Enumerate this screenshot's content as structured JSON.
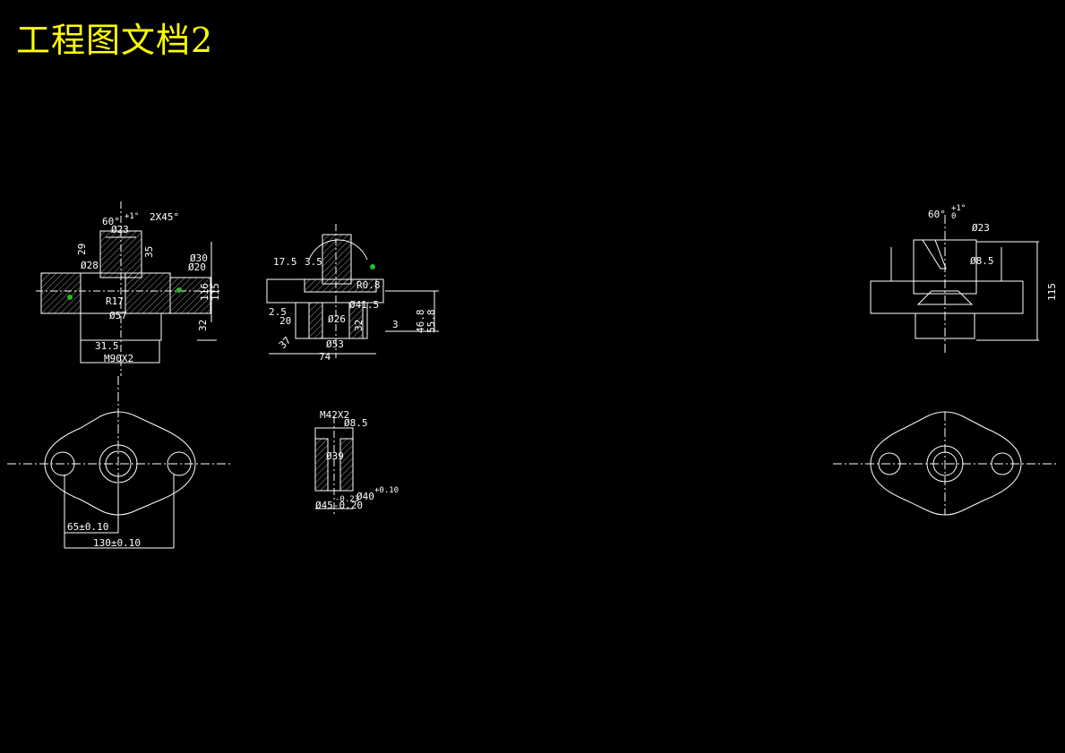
{
  "title": "工程图文档2",
  "colors": {
    "background": "#000000",
    "title": "#ffff00",
    "lines": "#ffffff",
    "roughness_mark": "#22c022"
  },
  "view_a": {
    "chamfer": "2X45°",
    "angle": "60°",
    "angle_tol": "+1°",
    "dia_top": "Ø23",
    "dim_29": "29",
    "dim_35": "35",
    "dia_left": "Ø28",
    "dia_r1": "Ø30",
    "dia_r2": "Ø20",
    "dim_116": "116",
    "dim_115": "115",
    "dim_31_5": "31.5",
    "thread": "M90X2",
    "dim_32": "32",
    "dia_r17": "R17",
    "dia_57": "Ø57"
  },
  "view_b": {
    "dim_17": "17.5",
    "dim_3_5": "3.5",
    "dia_41": "Ø41.5",
    "dim_20": "20",
    "dia_26": "Ø26",
    "dim_2": "2.5",
    "dim_32": "32",
    "dim_3": "3",
    "dim_46": "46.8",
    "dim_55": "55.8",
    "dia_53": "Ø53",
    "dia_74": "74",
    "angle_37": "37",
    "dia_r8": "R0.8"
  },
  "view_c": {
    "thread": "M42X2",
    "dia_85": "Ø8.5",
    "dia_39": "Ø39",
    "dia_40": "Ø40",
    "tol_40": "+0.10",
    "dia_45": "Ø45-0.20",
    "tol": "-0.23"
  },
  "view_d": {
    "dim_65": "65±0.10",
    "dim_130": "130±0.10"
  },
  "view_e": {
    "angle": "60°",
    "angle_tol": "+1°",
    "angle_tol2": "0",
    "dia_23": "Ø23",
    "dia_85": "Ø8.5",
    "dim_115": "115"
  }
}
